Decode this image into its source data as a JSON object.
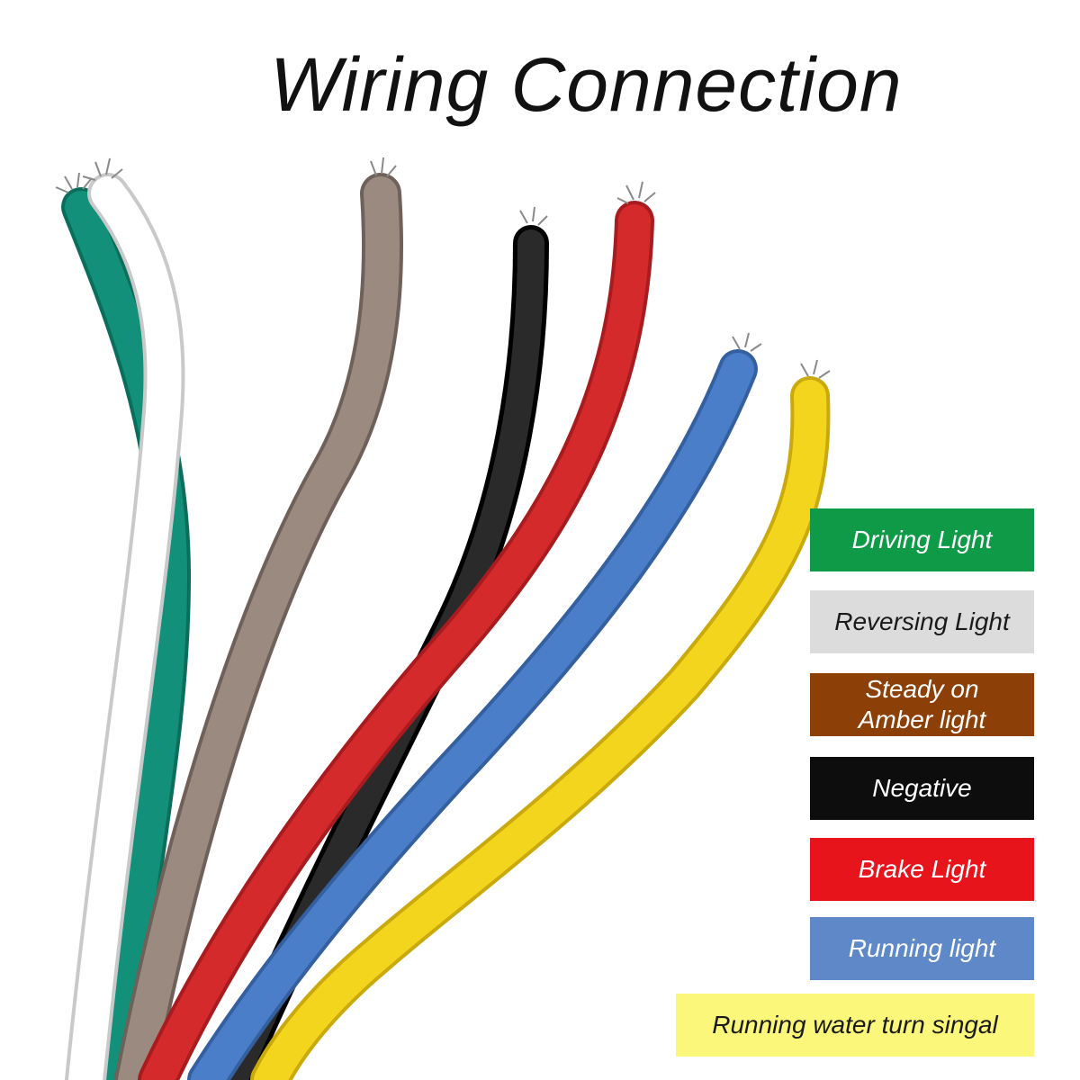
{
  "title": "Wiring Connection",
  "wires": [
    {
      "name": "green",
      "color": "#12907a"
    },
    {
      "name": "white",
      "color": "#ffffff"
    },
    {
      "name": "brown",
      "color": "#9a8a80"
    },
    {
      "name": "black",
      "color": "#1a1a1a"
    },
    {
      "name": "red",
      "color": "#d42a2c"
    },
    {
      "name": "blue",
      "color": "#4a7ec8"
    },
    {
      "name": "yellow",
      "color": "#f4d51e"
    }
  ],
  "legend": [
    {
      "label": "Driving Light",
      "bg": "#0e9a47"
    },
    {
      "label": "Reversing Light",
      "bg": "#dcdcdc"
    },
    {
      "label": "Steady on Amber light",
      "line1": "Steady on",
      "line2": "Amber light",
      "bg": "#8c3f07"
    },
    {
      "label": "Negative",
      "bg": "#0d0d0d"
    },
    {
      "label": "Brake Light",
      "bg": "#e8141b"
    },
    {
      "label": "Running light",
      "bg": "#5f88c9"
    },
    {
      "label": "Running water turn singal",
      "bg": "#fbf77a"
    }
  ]
}
